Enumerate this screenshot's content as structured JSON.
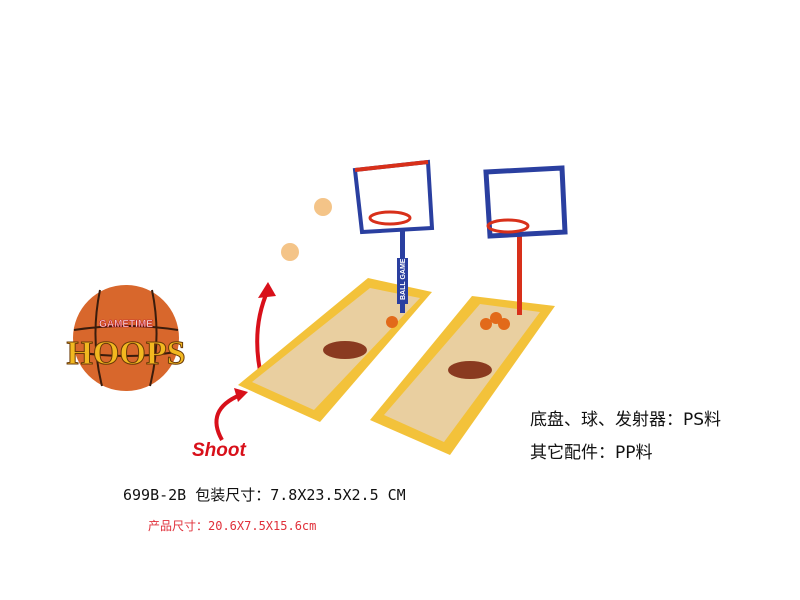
{
  "logo": {
    "line1": "GAMETIME",
    "line2": "HOOPS"
  },
  "shoot_label": "Shoot",
  "backboard_text": "BALL GAME",
  "model_line": "699B-2B  包装尺寸：7.8X23.5X2.5 CM",
  "product_size": "产品尺寸：20.6X7.5X15.6cm",
  "materials": [
    "底盘、球、发射器：PS料",
    "其它配件：PP料"
  ],
  "colors": {
    "court": "#f3c23a",
    "ball": "#d8672c",
    "shoot": "#d8101a",
    "size_text": "#e0303a"
  }
}
